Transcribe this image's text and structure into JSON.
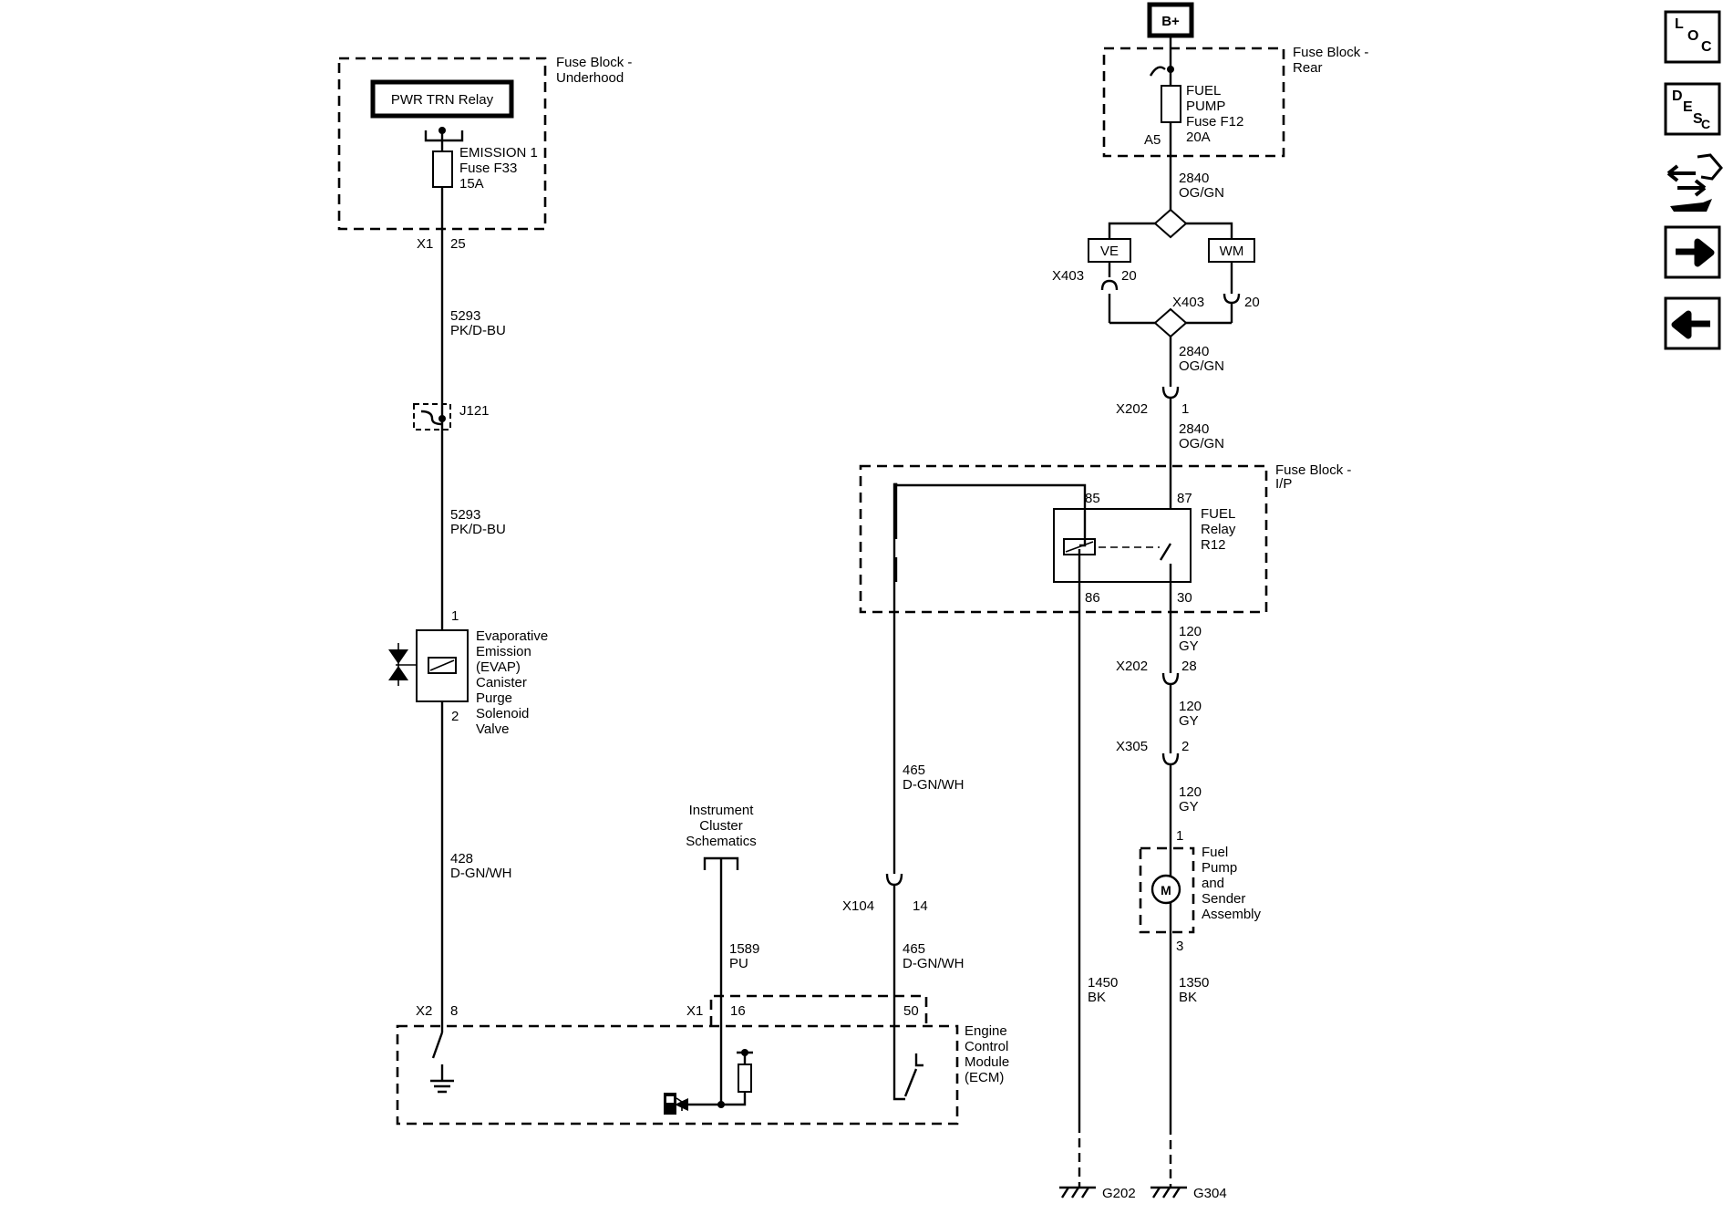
{
  "nav": {
    "loc": [
      "L",
      "O",
      "C"
    ],
    "desc": [
      "D",
      "E",
      "S",
      "C"
    ]
  },
  "supply": {
    "bplus": "B+"
  },
  "underhood": {
    "block": [
      "Fuse Block -",
      "Underhood"
    ],
    "relay": "PWR TRN Relay",
    "fuse": [
      "EMISSION 1",
      "Fuse F33",
      "15A"
    ],
    "conn": "X1",
    "pin": "25"
  },
  "wire5293a": [
    "5293",
    "PK/D-BU"
  ],
  "splice": "J121",
  "wire5293b": [
    "5293",
    "PK/D-BU"
  ],
  "evap": {
    "pin1": "1",
    "pin2": "2",
    "label": [
      "Evaporative",
      "Emission",
      "(EVAP)",
      "Canister",
      "Purge",
      "Solenoid",
      "Valve"
    ]
  },
  "wire428": [
    "428",
    "D-GN/WH"
  ],
  "ic": [
    "Instrument",
    "Cluster",
    "Schematics"
  ],
  "wire1589": [
    "1589",
    "PU"
  ],
  "ecm": {
    "conn_x2": "X2",
    "pin8": "8",
    "conn_x1": "X1",
    "pin16": "16",
    "pin50": "50",
    "label": [
      "Engine",
      "Control",
      "Module",
      "(ECM)"
    ]
  },
  "rear": {
    "block": [
      "Fuse Block -",
      "Rear"
    ],
    "fuse": [
      "FUEL",
      "PUMP",
      "Fuse F12",
      "20A"
    ],
    "pin": "A5"
  },
  "wire2840a": [
    "2840",
    "OG/GN"
  ],
  "ve": "VE",
  "wm": "WM",
  "x403l": {
    "conn": "X403",
    "pin": "20"
  },
  "x403r": {
    "conn": "X403",
    "pin": "20"
  },
  "wire2840b": [
    "2840",
    "OG/GN"
  ],
  "x202a": {
    "conn": "X202",
    "pin": "1"
  },
  "wire2840c": [
    "2840",
    "OG/GN"
  ],
  "ip": {
    "block": [
      "Fuse Block -",
      "I/P"
    ],
    "relay": [
      "FUEL",
      "Relay",
      "R12"
    ],
    "p85": "85",
    "p87": "87",
    "p86": "86",
    "p30": "30"
  },
  "wire120a": [
    "120",
    "GY"
  ],
  "x202b": {
    "conn": "X202",
    "pin": "28"
  },
  "wire120b": [
    "120",
    "GY"
  ],
  "x305": {
    "conn": "X305",
    "pin": "2"
  },
  "wire120c": [
    "120",
    "GY"
  ],
  "pump": {
    "pin1": "1",
    "pin3": "3",
    "motor": "M",
    "label": [
      "Fuel",
      "Pump",
      "and",
      "Sender",
      "Assembly"
    ]
  },
  "wire465a": [
    "465",
    "D-GN/WH"
  ],
  "x104": {
    "conn": "X104",
    "pin": "14"
  },
  "wire465b": [
    "465",
    "D-GN/WH"
  ],
  "wire1450": [
    "1450",
    "BK"
  ],
  "wire1350": [
    "1350",
    "BK"
  ],
  "g202": "G202",
  "g304": "G304"
}
